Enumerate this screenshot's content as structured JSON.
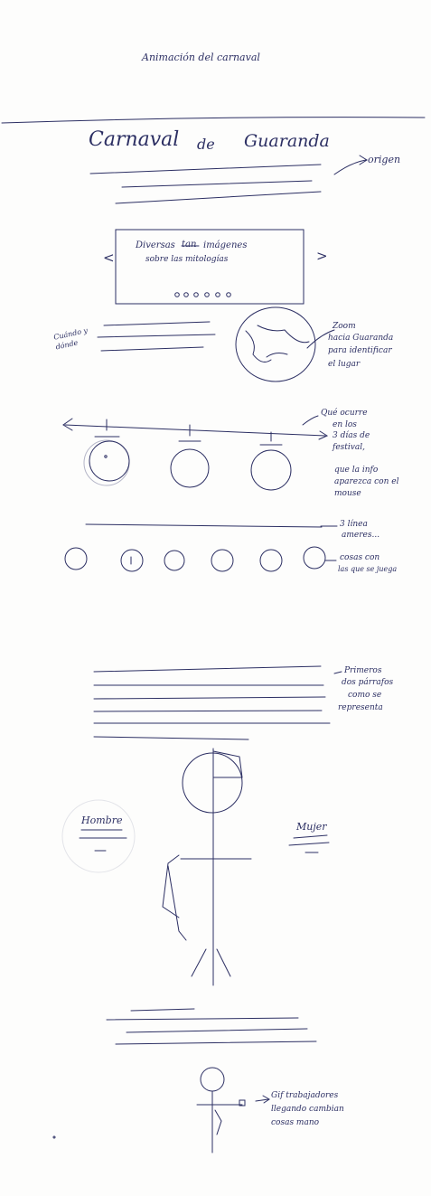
{
  "page": {
    "heading": "Animación del carnaval"
  },
  "header": {
    "title_word1": "Carnaval",
    "title_word2": "de",
    "title_word3": "Guaranda",
    "origin_note": "origen"
  },
  "carousel": {
    "text_line1": "Diversas",
    "struck": "tan",
    "text_line1b": "imágenes",
    "text_line2": "sobre las mitologías",
    "prev_arrow": "<",
    "next_arrow": ">"
  },
  "location": {
    "left_label": "Cuándo y dónde",
    "zoom_note_1": "Zoom",
    "zoom_note_2": "hacia Guaranda",
    "zoom_note_3": "para identificar",
    "zoom_note_4": "el lugar"
  },
  "timeline": {
    "note_1": "Qué ocurre",
    "note_2": "en los",
    "note_3": "3 días de",
    "note_4": "festival,",
    "note_5": "que la info",
    "note_6": "aparezca con el",
    "note_7": "mouse"
  },
  "circles_row": {
    "line_note_1": "3 línea",
    "line_note_2": "ameres...",
    "note_1": "cosas con",
    "note_2": "las que se juega"
  },
  "paragraphs": {
    "note_1": "Primeros",
    "note_2": "dos párrafos",
    "note_3": "como se",
    "note_4": "representa"
  },
  "figure": {
    "left_label": "Hombre",
    "right_label": "Mujer"
  },
  "gif": {
    "note_1": "Gif trabajadores",
    "note_2": "llegando cambian",
    "note_3": "cosas mano"
  }
}
